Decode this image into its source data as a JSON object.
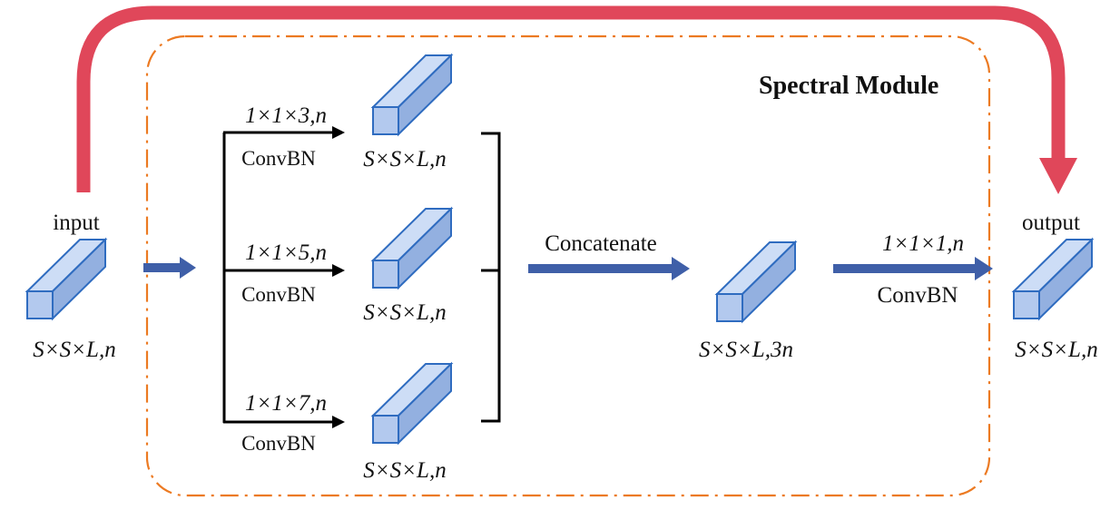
{
  "module_title": "Spectral Module",
  "input": {
    "label": "input",
    "dims": "S×S×L,n"
  },
  "branches": [
    {
      "kernel": "1×1×3,n",
      "op": "ConvBN",
      "out_dims": "S×S×L,n"
    },
    {
      "kernel": "1×1×5,n",
      "op": "ConvBN",
      "out_dims": "S×S×L,n"
    },
    {
      "kernel": "1×1×7,n",
      "op": "ConvBN",
      "out_dims": "S×S×L,n"
    }
  ],
  "concat": {
    "label": "Concatenate",
    "dims": "S×S×L,3n"
  },
  "final_conv": {
    "kernel": "1×1×1,n",
    "op": "ConvBN"
  },
  "output": {
    "label": "output",
    "dims": "S×S×L,n"
  },
  "colors": {
    "skip_arrow": "#e0475a",
    "flow_arrow": "#3f5fa8",
    "module_border": "#ec7a22",
    "cube_face": "#a9c1ea",
    "cube_edge": "#2f6cc0"
  }
}
